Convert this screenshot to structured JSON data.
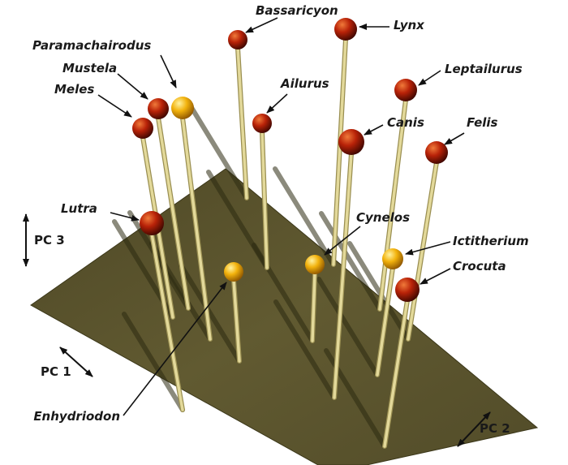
{
  "axes": {
    "pc1": "PC 1",
    "pc2": "PC 2",
    "pc3": "PC 3"
  },
  "colors": {
    "extant": "#b82208",
    "fossil": "#f2b20c",
    "plane": "#5e5830",
    "pin": "#e3d99a"
  },
  "taxa": [
    {
      "id": "bassaricyon",
      "name": "Bassaricyon",
      "group": "extant"
    },
    {
      "id": "lynx",
      "name": "Lynx",
      "group": "extant"
    },
    {
      "id": "paramachairodus",
      "name": "Paramachairodus",
      "group": "fossil"
    },
    {
      "id": "mustela",
      "name": "Mustela",
      "group": "extant"
    },
    {
      "id": "meles",
      "name": "Meles",
      "group": "extant"
    },
    {
      "id": "ailurus",
      "name": "Ailurus",
      "group": "extant"
    },
    {
      "id": "leptailurus",
      "name": "Leptailurus",
      "group": "extant"
    },
    {
      "id": "canis",
      "name": "Canis",
      "group": "extant"
    },
    {
      "id": "felis",
      "name": "Felis",
      "group": "extant"
    },
    {
      "id": "lutra",
      "name": "Lutra",
      "group": "extant"
    },
    {
      "id": "cynelos",
      "name": "Cynelos",
      "group": "fossil"
    },
    {
      "id": "ictitherium",
      "name": "Ictitherium",
      "group": "fossil"
    },
    {
      "id": "crocuta",
      "name": "Crocuta",
      "group": "extant"
    },
    {
      "id": "enhydriodon",
      "name": "Enhydriodon",
      "group": "fossil"
    }
  ]
}
